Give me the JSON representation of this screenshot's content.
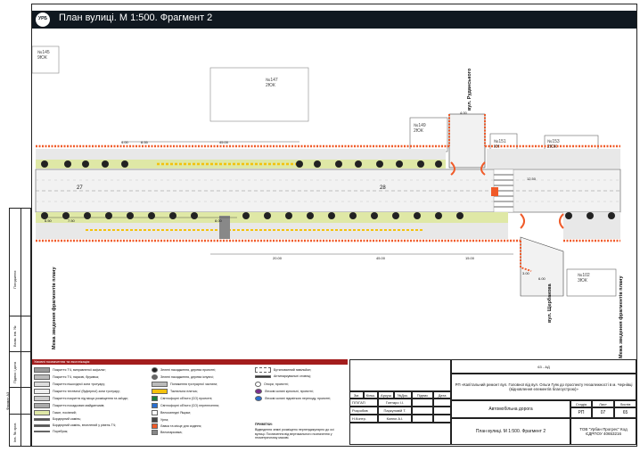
{
  "title": "План вулиці. М 1:500. Фрагмент 2",
  "logo_text": "УРБ",
  "buildings": {
    "b145": {
      "num": "№145",
      "type": "9ЮК"
    },
    "b147": {
      "num": "№147",
      "type": "2ЮК"
    },
    "b149": {
      "num": "№149",
      "type": "2ЮК"
    },
    "b151": {
      "num": "№151",
      "type": "КН"
    },
    "b153": {
      "num": "№153",
      "type": "2ЮК"
    },
    "b102": {
      "num": "№102",
      "type": "3ЮК"
    }
  },
  "streets": {
    "rudanskoho": "вул. Руданського",
    "shcherbakova": "вул. Щербакова"
  },
  "boundary_left": "Межа зведення фрагментів плану",
  "boundary_right": "Межа зведення фрагментів плану",
  "stations": {
    "s27": "27",
    "s28": "28"
  },
  "dims": {
    "d400a": "4.00",
    "d855": "8.55",
    "d4500a": "45.00",
    "d400b": "4.00",
    "d750": "7.50",
    "d650": "6.50",
    "d800": "8.00",
    "d1250": "12.50",
    "d2000": "20.00",
    "d4500b": "45.00",
    "d1500": "15.00",
    "d300": "3.00",
    "d600": "6.00"
  },
  "legend": {
    "header": "Умовні позначення та експлікація:",
    "col1": [
      "Покриття ТЧ, виправленої асфальт;",
      "Покриття ТЧ, паркові, бруківка;",
      "Покриття пішохідної зони тротуару;",
      "Покриття технічної (буферної) зони тротуару;",
      "Покриття покриття під місця розміщення та заїзди;",
      "Покриття посадкових майданчиків;",
      "Газон, посівний;",
      "Бордюрний камінь;",
      "Бордюрний камінь, втоплений у рівень ТЧ;",
      "Поребрик;"
    ],
    "col2": [
      "Зелені насадження, дерева проектні;",
      "Зелені насадження, дерева існуючі;",
      "Пониження тротуарної частини;",
      "Тактильна плитка;",
      "Світлофорні об'єкти (СО) проектні;",
      "Світлофорні об'єкти (СО) перенесення;",
      "Велосипедні Ящики;",
      "Урна;",
      "Лавка та місце для сидіння;",
      "Велопарковка;"
    ],
    "col3": [
      "Бутилованний павільйон;",
      "Антипаркувальні стовпці;",
      "Опори, проектні;",
      "Лінзові скляні купольні, проектні;",
      "Лінзові скляні підсвіткою переходу, проектні;"
    ],
    "note_title": "ПРИМІТКИ:",
    "note_text": "Відведення землі розміщено перпендикулярно до осі вулиці. Позначення від вертикального позначення у геометричному масиві."
  },
  "left_strip": [
    "Погоджено:",
    "Взам. інв. №",
    "Підпис і дата",
    "Формат А3",
    "Інв. № ориг."
  ],
  "stamp": {
    "code": "63 - АД",
    "project": "РП «Капітальний ремонт вул. Головної від вул. Ольги Гуяк до проспекту Незалежності в м. Чернівці (відновлення елементів благоустрою)»",
    "section": "Автомобільна дорога",
    "sheet_title": "План вулиці. М 1:500. Фрагмент 2",
    "company": "ТОВ \"Урбан Прогрес\" Код ЄДРПОУ 40653216",
    "headers": {
      "zm": "Зм.",
      "kil": "Кільк.",
      "ark": "Аркуш",
      "ndoc": "№Док.",
      "pidpys": "Підпис",
      "data": "Дата",
      "stadia": "Стадія",
      "lyst": "Лист",
      "lystiv": "Листів"
    },
    "roles": [
      {
        "role": "ГІП/ГАП",
        "name": "Гонтаро І.І."
      },
      {
        "role": "Розробив",
        "name": "Паркуновій Т."
      },
      {
        "role": "Н.Контр.",
        "name": "Конюх А.І."
      }
    ],
    "stadia": "РП",
    "lyst": "07",
    "lystiv": "65"
  },
  "colors": {
    "title_bg": "#101820",
    "orange": "#f05a28",
    "lawn": "#dfe8a6",
    "road": "#f2f2f2",
    "tactile": "#f4c20d",
    "curb": "#555555",
    "legend_header": "#a31d1d"
  }
}
